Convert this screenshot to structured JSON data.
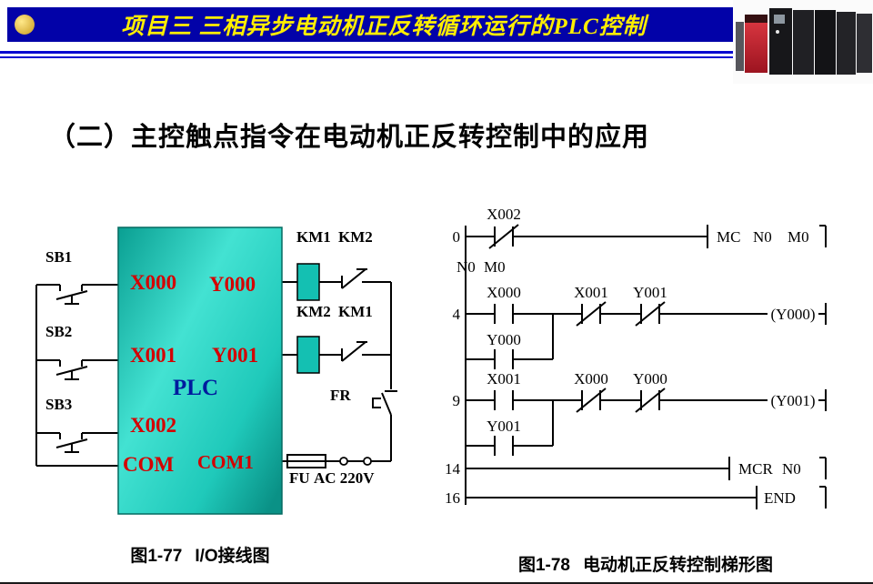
{
  "header": {
    "title": "项目三 三相异步电动机正反转循环运行的PLC控制"
  },
  "page_title": "（二）主控触点指令在电动机正反转控制中的应用",
  "io_diagram": {
    "caption_label": "图1-77",
    "caption_text": "I/O接线图",
    "plc_label": "PLC",
    "terminals": {
      "x000": "X000",
      "x001": "X001",
      "x002": "X002",
      "com": "COM",
      "y000": "Y000",
      "y001": "Y001",
      "com1": "COM1"
    },
    "buttons": {
      "sb1": "SB1",
      "sb2": "SB2",
      "sb3": "SB3"
    },
    "row1_labels": {
      "coil": "KM1",
      "contact": "KM2"
    },
    "row2_labels": {
      "coil": "KM2",
      "contact": "KM1"
    },
    "fr_label": "FR",
    "fu_label": "FU",
    "ac_label": "AC 220V"
  },
  "ladder_diagram": {
    "caption_label": "图1-78",
    "caption_text": "电动机正反转控制梯形图",
    "r0": {
      "num": "0",
      "contact": "X002",
      "op": "MC",
      "arg1": "N0",
      "arg2": "M0"
    },
    "bus": {
      "n": "N0",
      "m": "M0"
    },
    "r4": {
      "num": "4",
      "c1": "X000",
      "c2": "X001",
      "c3": "Y001",
      "coil": "(Y000)",
      "parallel": "Y000"
    },
    "r9": {
      "num": "9",
      "c1": "X001",
      "c2": "X000",
      "c3": "Y000",
      "coil": "(Y001)",
      "parallel": "Y001"
    },
    "r14": {
      "num": "14",
      "op": "MCR",
      "arg": "N0"
    },
    "r16": {
      "num": "16",
      "op": "END"
    }
  },
  "colors": {
    "header_bg": "#0202a8",
    "header_text": "#ffee00",
    "plc_box_teal": "#2fd6c6",
    "terminal_red": "#d40000",
    "plc_text_blue": "#001b9e",
    "coil_fill": "#14c0b2"
  }
}
